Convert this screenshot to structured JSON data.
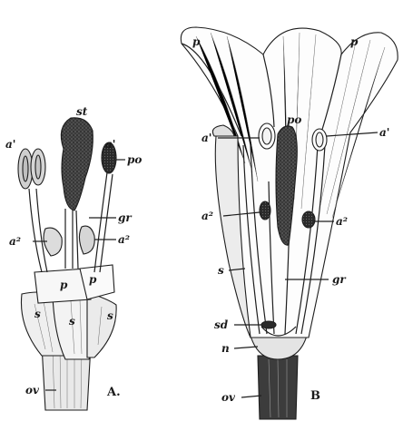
{
  "figure_a": {
    "panel_letter": "A.",
    "labels": {
      "st": "st",
      "a1_left": "a'",
      "a1_right": "a'",
      "po": "po",
      "gr": "gr",
      "a2_left": "a²",
      "a2_right": "a²",
      "p_left": "p",
      "p_right": "p",
      "s_left": "s",
      "s_mid": "s",
      "s_right": "s",
      "ov": "ov"
    }
  },
  "figure_b": {
    "panel_letter": "B",
    "labels": {
      "p_left": "p",
      "p_right": "p",
      "po": "po",
      "a1_left": "a'",
      "a1_right": "a'",
      "a2_left": "a²",
      "a2_right": "a²",
      "s": "s",
      "gr": "gr",
      "sd": "sd",
      "n": "n",
      "ov": "ov"
    }
  },
  "colors": {
    "ink": "#1e1e1e",
    "stigma_dark": "#3a3a3a",
    "paper": "#ffffff"
  }
}
